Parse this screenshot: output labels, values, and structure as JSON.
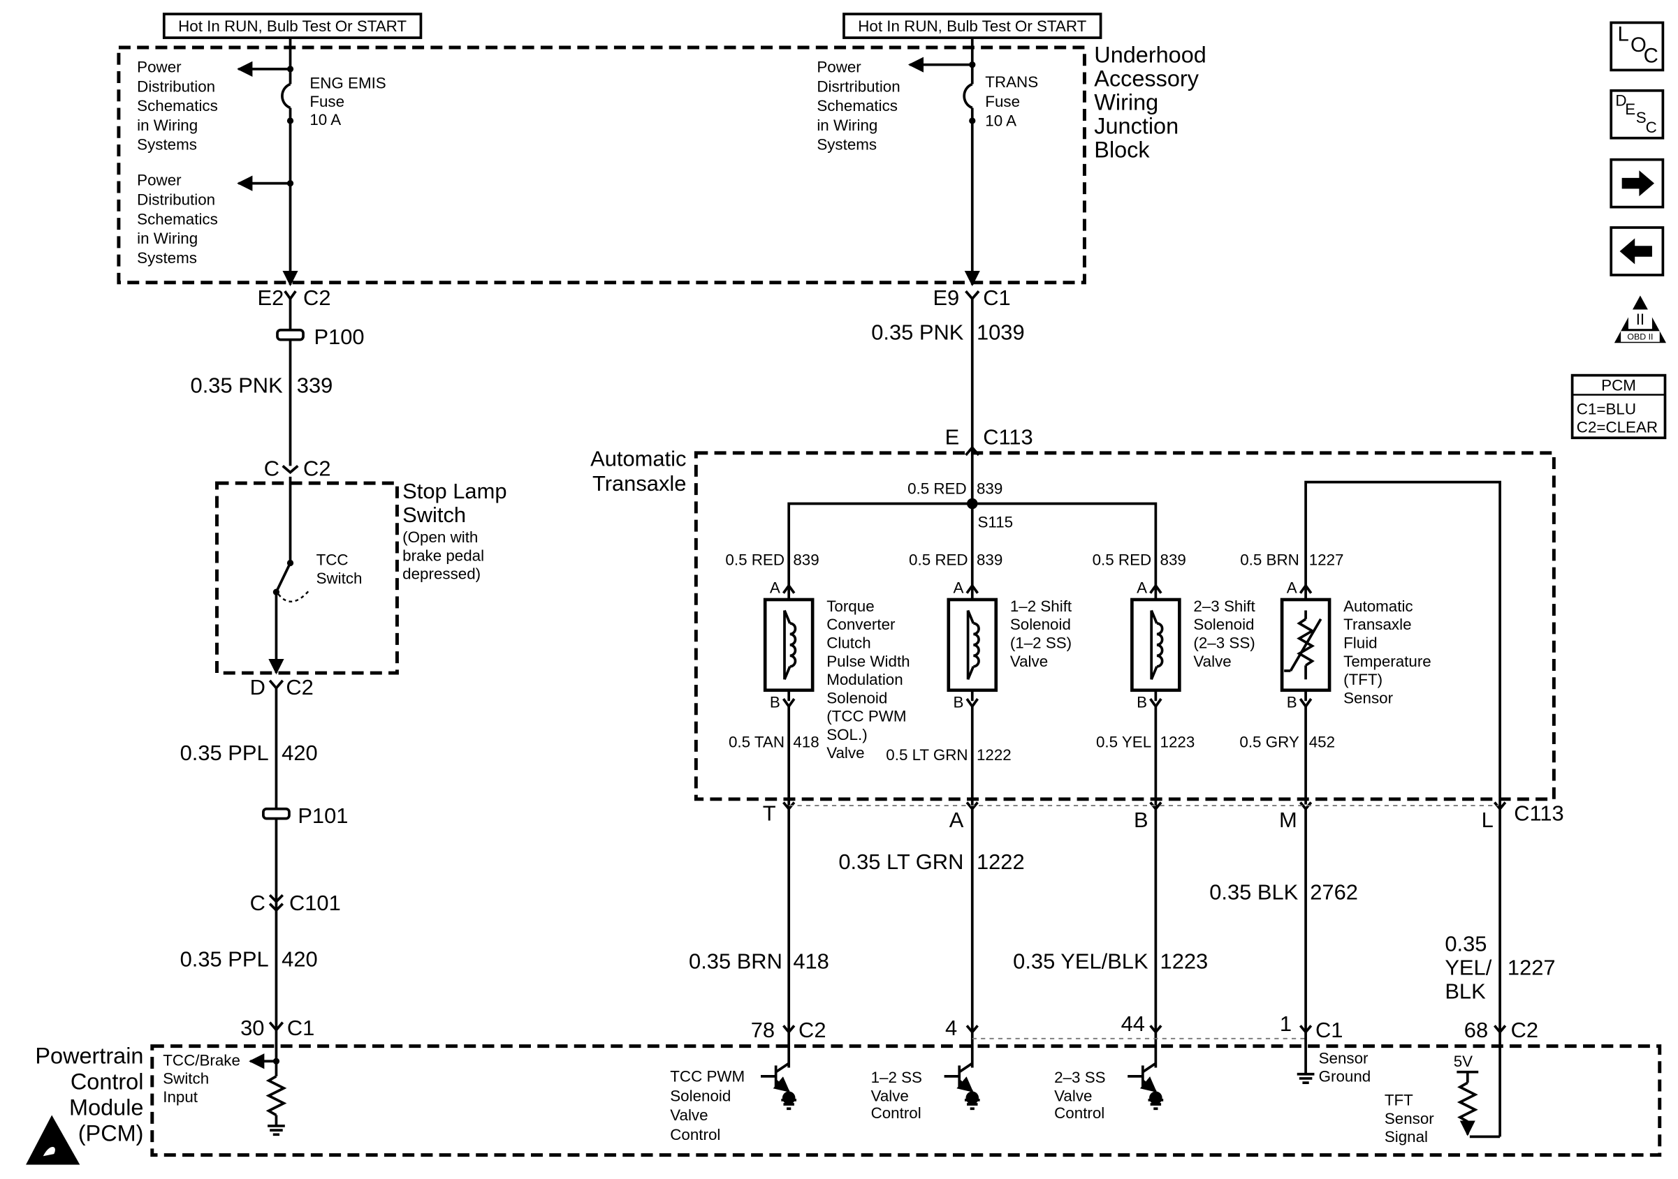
{
  "supply": {
    "left_label": "Hot In RUN, Bulb Test Or START",
    "right_label": "Hot In RUN, Bulb Test Or START"
  },
  "junction_block": {
    "title_lines": [
      "Underhood",
      "Accessory",
      "Wiring",
      "Junction",
      "Block"
    ],
    "power_dist_1": [
      "Power",
      "Distribution",
      "Schematics",
      "in Wiring",
      "Systems"
    ],
    "power_dist_2": [
      "Power",
      "Distribution",
      "Schematics",
      "in Wiring",
      "Systems"
    ],
    "power_dist_3": [
      "Power",
      "Disrtribution",
      "Schematics",
      "in Wiring",
      "Systems"
    ],
    "fuse_left": [
      "ENG EMIS",
      "Fuse",
      "10 A"
    ],
    "fuse_right": [
      "TRANS",
      "Fuse",
      "10 A"
    ]
  },
  "connectors": {
    "e2": "E2",
    "c2_top": "C2",
    "e9": "E9",
    "c1_top": "C1",
    "p100": "P100",
    "p101": "P101",
    "e_c113": "E",
    "c113_top": "C113",
    "c_pin": "C",
    "c2_stop_top": "C2",
    "d_pin": "D",
    "c2_stop_bottom": "C2",
    "c101_pin": "C",
    "c101": "C101",
    "t_pin": "T",
    "a_pin": "A",
    "b_pin": "B",
    "m_pin": "M",
    "l_pin": "L",
    "c113_bottom": "C113",
    "pcm_30": "30",
    "pcm_c1_a": "C1",
    "pcm_78": "78",
    "pcm_c2_a": "C2",
    "pcm_4": "4",
    "pcm_44": "44",
    "pcm_1": "1",
    "pcm_c1_b": "C1",
    "pcm_68": "68",
    "pcm_c2_b": "C2"
  },
  "wires": {
    "pnk_339": {
      "gauge": "0.35 PNK",
      "circuit": "339"
    },
    "pnk_1039": {
      "gauge": "0.35 PNK",
      "circuit": "1039"
    },
    "ppl_420_a": {
      "gauge": "0.35 PPL",
      "circuit": "420"
    },
    "ppl_420_b": {
      "gauge": "0.35 PPL",
      "circuit": "420"
    },
    "red_839_main": {
      "gauge": "0.5 RED",
      "circuit": "839"
    },
    "red_839_1": {
      "gauge": "0.5 RED",
      "circuit": "839"
    },
    "red_839_2": {
      "gauge": "0.5 RED",
      "circuit": "839"
    },
    "red_839_3": {
      "gauge": "0.5 RED",
      "circuit": "839"
    },
    "brn_1227_inner": {
      "gauge": "0.5 BRN",
      "circuit": "1227"
    },
    "tan_418": {
      "gauge": "0.5 TAN",
      "circuit": "418"
    },
    "ltgrn_1222_inner": {
      "gauge": "0.5 LT GRN",
      "circuit": "1222"
    },
    "yel_1223_inner": {
      "gauge": "0.5 YEL",
      "circuit": "1223"
    },
    "gry_452": {
      "gauge": "0.5 GRY",
      "circuit": "452"
    },
    "ltgrn_1222": {
      "gauge": "0.35 LT GRN",
      "circuit": "1222"
    },
    "blk_2762": {
      "gauge": "0.35 BLK",
      "circuit": "2762"
    },
    "brn_418": {
      "gauge": "0.35 BRN",
      "circuit": "418"
    },
    "yelblk_1223": {
      "gauge": "0.35 YEL/BLK",
      "circuit": "1223"
    },
    "yelblk_1227": {
      "gauge_lines": [
        "0.35",
        "YEL/",
        "BLK"
      ],
      "circuit": "1227"
    }
  },
  "splice": "S115",
  "stop_lamp": {
    "title_lines": [
      "Stop Lamp",
      "Switch"
    ],
    "note_lines": [
      "(Open with",
      "brake pedal",
      "depressed)"
    ],
    "switch_lines": [
      "TCC",
      "Switch"
    ]
  },
  "transaxle": {
    "title_lines": [
      "Automatic",
      "Transaxle"
    ],
    "pin_a": "A",
    "pin_b": "B",
    "tcc_pwm": [
      "Torque",
      "Converter",
      "Clutch",
      "Pulse Width",
      "Modulation",
      "Solenoid",
      "(TCC PWM",
      "SOL.)",
      "Valve"
    ],
    "ss_12": [
      "1–2 Shift",
      "Solenoid",
      "(1–2 SS)",
      "Valve"
    ],
    "ss_23": [
      "2–3 Shift",
      "Solenoid",
      "(2–3 SS)",
      "Valve"
    ],
    "tft": [
      "Automatic",
      "Transaxle",
      "Fluid",
      "Temperature",
      "(TFT)",
      "Sensor"
    ]
  },
  "pcm": {
    "title_lines": [
      "Powertrain",
      "Control",
      "Module",
      "(PCM)"
    ],
    "tcc_brake": [
      "TCC/Brake",
      "Switch",
      "Input"
    ],
    "tcc_pwm_ctrl": [
      "TCC PWM",
      "Solenoid",
      "Valve",
      "Control"
    ],
    "ss12_ctrl": [
      "1–2 SS",
      "Valve",
      "Control"
    ],
    "ss23_ctrl": [
      "2–3 SS",
      "Valve",
      "Control"
    ],
    "sensor_ground": [
      "Sensor",
      "Ground"
    ],
    "tft_signal": [
      "TFT",
      "Sensor",
      "Signal"
    ],
    "five_v": "5V"
  },
  "nav": {
    "loc": "LOC",
    "desc": "DESC",
    "obd": "OBD II",
    "obd_numeral": "II",
    "pcm_legend_title": "PCM",
    "pcm_legend_lines": [
      "C1=BLU",
      "C2=CLEAR"
    ]
  }
}
